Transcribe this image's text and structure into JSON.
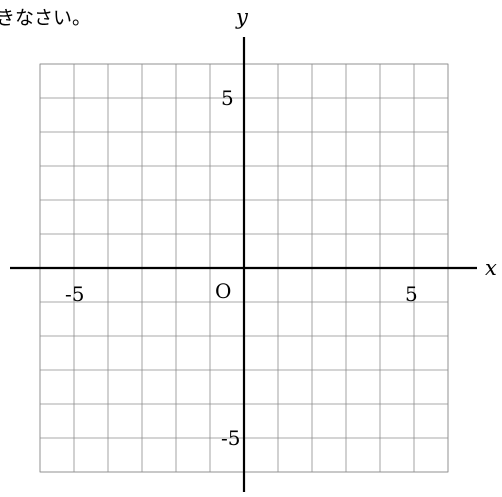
{
  "caption": "きなさい。",
  "chart_data": {
    "type": "scatter",
    "x": [],
    "y": [],
    "xlim": [
      -6,
      6
    ],
    "ylim": [
      -6,
      6
    ],
    "grid": true,
    "grid_step": 1,
    "xlabel": "x",
    "ylabel": "y",
    "origin_label": "O",
    "x_ticks": [
      {
        "value": -5,
        "label": "-5"
      },
      {
        "value": 5,
        "label": "5"
      }
    ],
    "y_ticks": [
      {
        "value": 5,
        "label": "5"
      },
      {
        "value": -5,
        "label": "-5"
      }
    ]
  }
}
